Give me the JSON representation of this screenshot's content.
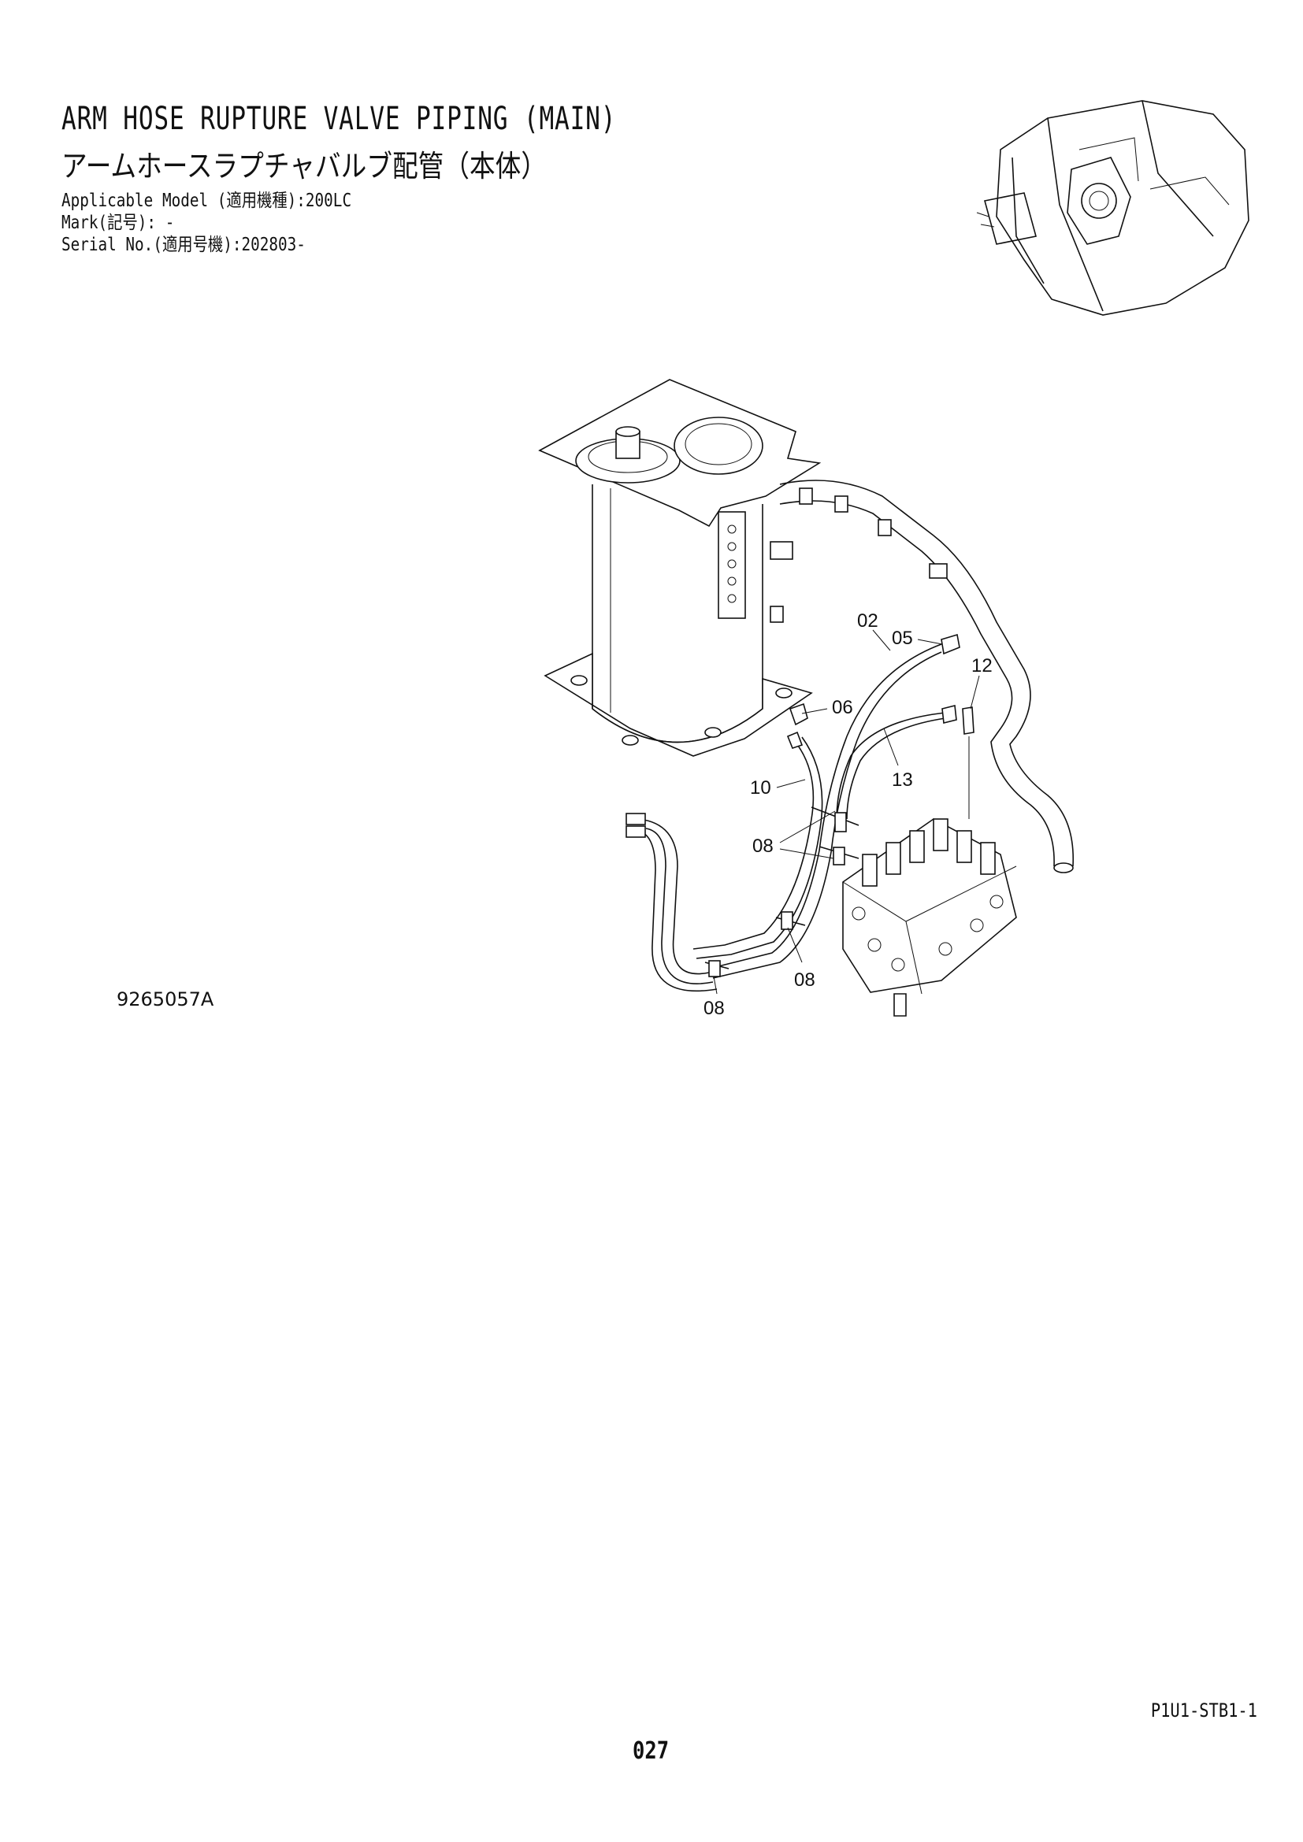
{
  "header": {
    "title_en": "ARM HOSE RUPTURE VALVE PIPING (MAIN)",
    "title_ja": "アームホースラプチャバルブ配管（本体）",
    "applicable_model": "Applicable Model (適用機種):200LC",
    "mark": "Mark(記号): -",
    "serial_no": "Serial No.(適用号機):202803-"
  },
  "diagram": {
    "figure_code": "9265057A",
    "callouts": {
      "c02": "02",
      "c05": "05",
      "c12": "12",
      "c06": "06",
      "c13": "13",
      "c10": "10",
      "c08a": "08",
      "c08b": "08",
      "c08c": "08"
    }
  },
  "footer": {
    "page_code": "P1U1-STB1-1",
    "page_number": "027"
  }
}
